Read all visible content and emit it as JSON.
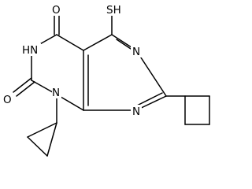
{
  "molecule": {
    "atoms": {
      "thiol": "SH",
      "carbonyl_top_o": "O",
      "nh": "HN",
      "carbonyl_bottom_o": "O",
      "n1": "N",
      "n_pyrimidine_top": "N",
      "n_pyrimidine_bottom": "N"
    },
    "substituents": [
      "cyclobutyl",
      "cyclopropyl"
    ]
  }
}
